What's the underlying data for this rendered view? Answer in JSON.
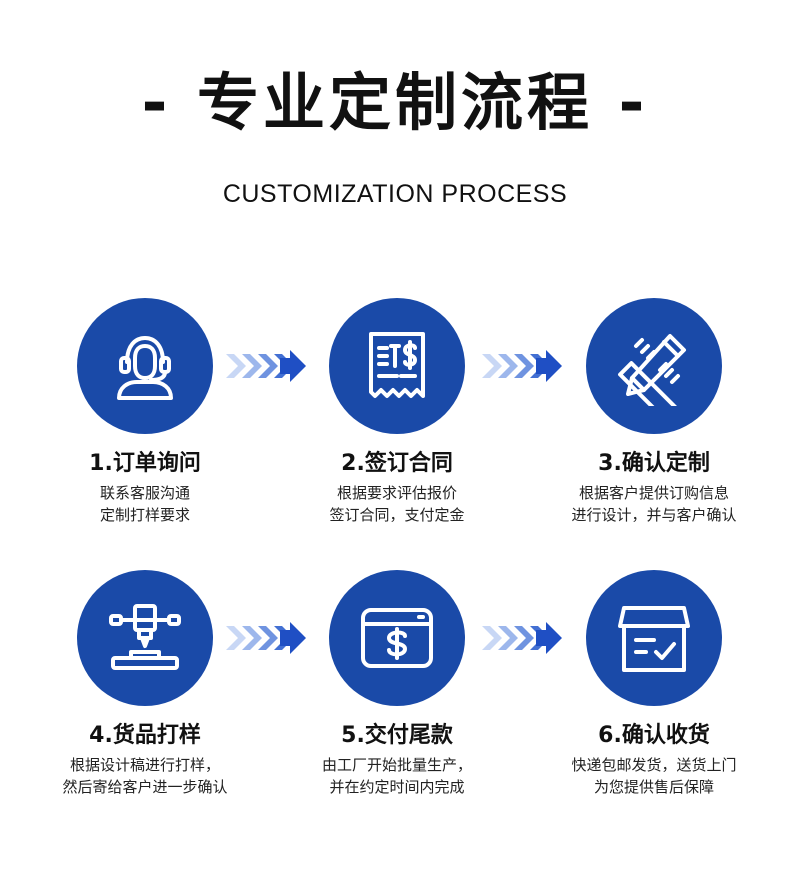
{
  "header": {
    "title": "- 专业定制流程 -",
    "subtitle": "CUSTOMIZATION PROCESS"
  },
  "colors": {
    "accent": "#1a4aa8",
    "arrow_light": "#b8cdf5",
    "arrow_dark": "#1f4fc4"
  },
  "steps": [
    {
      "icon": "customer-service-headset-icon",
      "title": "1.订单询问",
      "desc": [
        "联系客服沟通",
        "定制打样要求"
      ]
    },
    {
      "icon": "receipt-invoice-icon",
      "title": "2.签订合同",
      "desc": [
        "根据要求评估报价",
        "签订合同，支付定金"
      ]
    },
    {
      "icon": "pencil-ruler-icon",
      "title": "3.确认定制",
      "desc": [
        "根据客户提供订购信息",
        "进行设计，并与客户确认"
      ]
    },
    {
      "icon": "3d-printer-icon",
      "title": "4.货品打样",
      "desc": [
        "根据设计稿进行打样，",
        "然后寄给客户进一步确认"
      ]
    },
    {
      "icon": "payment-dollar-icon",
      "title": "5.交付尾款",
      "desc": [
        "由工厂开始批量生产，",
        "并在约定时间内完成"
      ]
    },
    {
      "icon": "delivery-box-icon",
      "title": "6.确认收货",
      "desc": [
        "快递包邮发货，送货上门",
        "为您提供售后保障"
      ]
    }
  ]
}
